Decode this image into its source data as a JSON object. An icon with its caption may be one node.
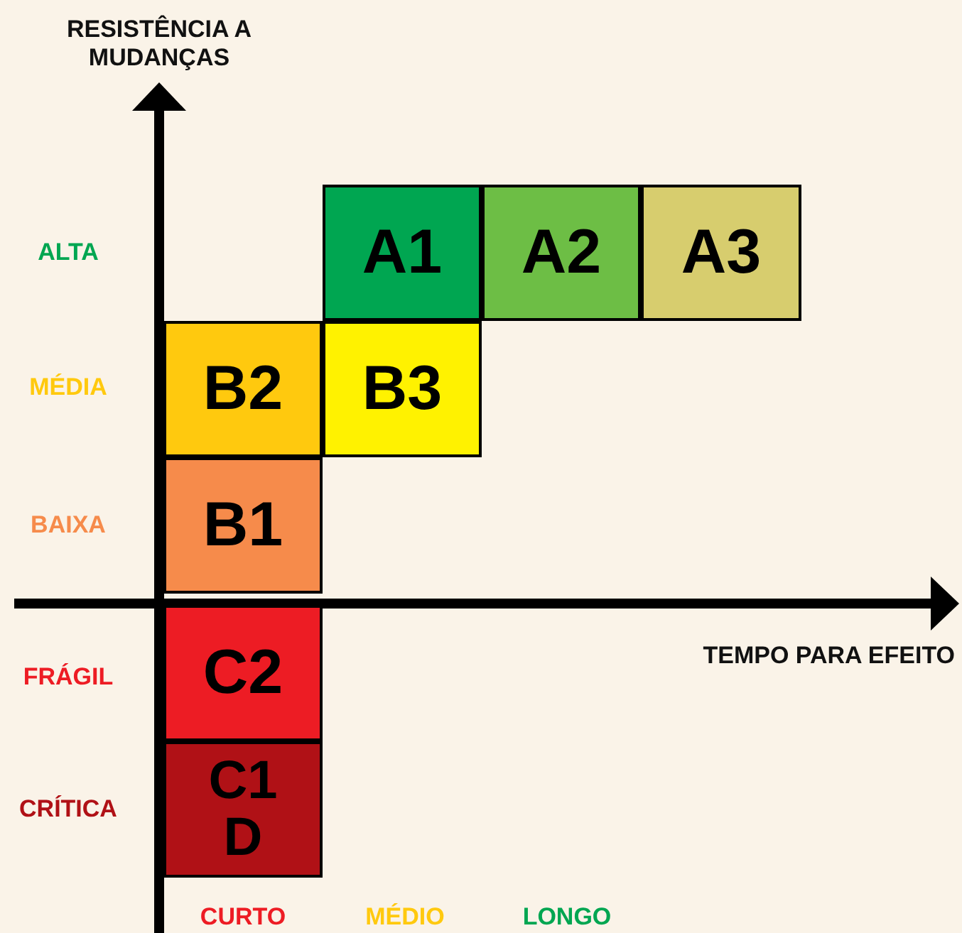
{
  "diagram": {
    "nodes": [
      {
        "text": [
          "A1"
        ]
      },
      {
        "text": [
          "A2"
        ]
      },
      {
        "text": [
          "A3"
        ]
      },
      {
        "text": [
          "B2"
        ]
      },
      {
        "text": [
          "B3"
        ]
      },
      {
        "text": [
          "B1"
        ]
      },
      {
        "text": [
          "C2"
        ]
      },
      {
        "text": [
          "C1",
          "D"
        ]
      }
    ],
    "labels": [
      "RESISTÊNCIA A MUDANÇAS",
      "ALTA",
      "MÉDIA",
      "BAIXA",
      "TEMPO PARA EFEITO",
      "FRÁGIL",
      "CRÍTICA",
      "CURTO",
      "MÉDIO",
      "LONGO"
    ]
  }
}
